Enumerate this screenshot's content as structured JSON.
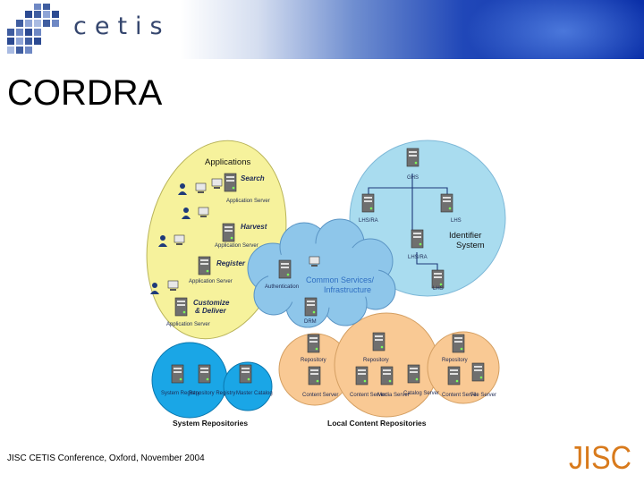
{
  "header": {
    "logo_text": "cetis",
    "slide_title": "CORDRA"
  },
  "diagram": {
    "applications": {
      "title": "Applications",
      "search": "Search",
      "application_server": "Application Server",
      "harvest": "Harvest",
      "register": "Register",
      "customize": "Customize",
      "deliver": "& Deliver"
    },
    "identifier": {
      "title_line1": "Identifier",
      "title_line2": "System",
      "ghs": "GHS",
      "lhs": "LHS",
      "lhsra": "LHS/RA"
    },
    "common": {
      "title_line1": "Common Services/",
      "title_line2": "Infrastructure",
      "authentication": "Authentication",
      "drm": "DRM"
    },
    "repositories": {
      "repository": "Repository",
      "content_server": "Content Server",
      "media_server": "Media Server",
      "catalog_server": "Catalog Server",
      "file_server": "File Server"
    },
    "system_repos": {
      "system_registry": "System Registry",
      "repository_registry": "Repository Registry",
      "master_catalog": "Master Catalog"
    },
    "labels": {
      "system_repositories": "System Repositories",
      "local_content_repositories": "Local Content Repositories"
    }
  },
  "footer": {
    "text": "JISC CETIS Conference, Oxford, November 2004",
    "logo": "JISC"
  },
  "colors": {
    "banner_blue": "#0a2fa8",
    "applications_yellow": "#f6f29c",
    "identifier_blue": "#a9dcef",
    "cloud_blue": "#8ec6ea",
    "local_orange": "#f9c994",
    "system_cyan": "#1aa6e6",
    "jisc_orange": "#d87a1c"
  }
}
